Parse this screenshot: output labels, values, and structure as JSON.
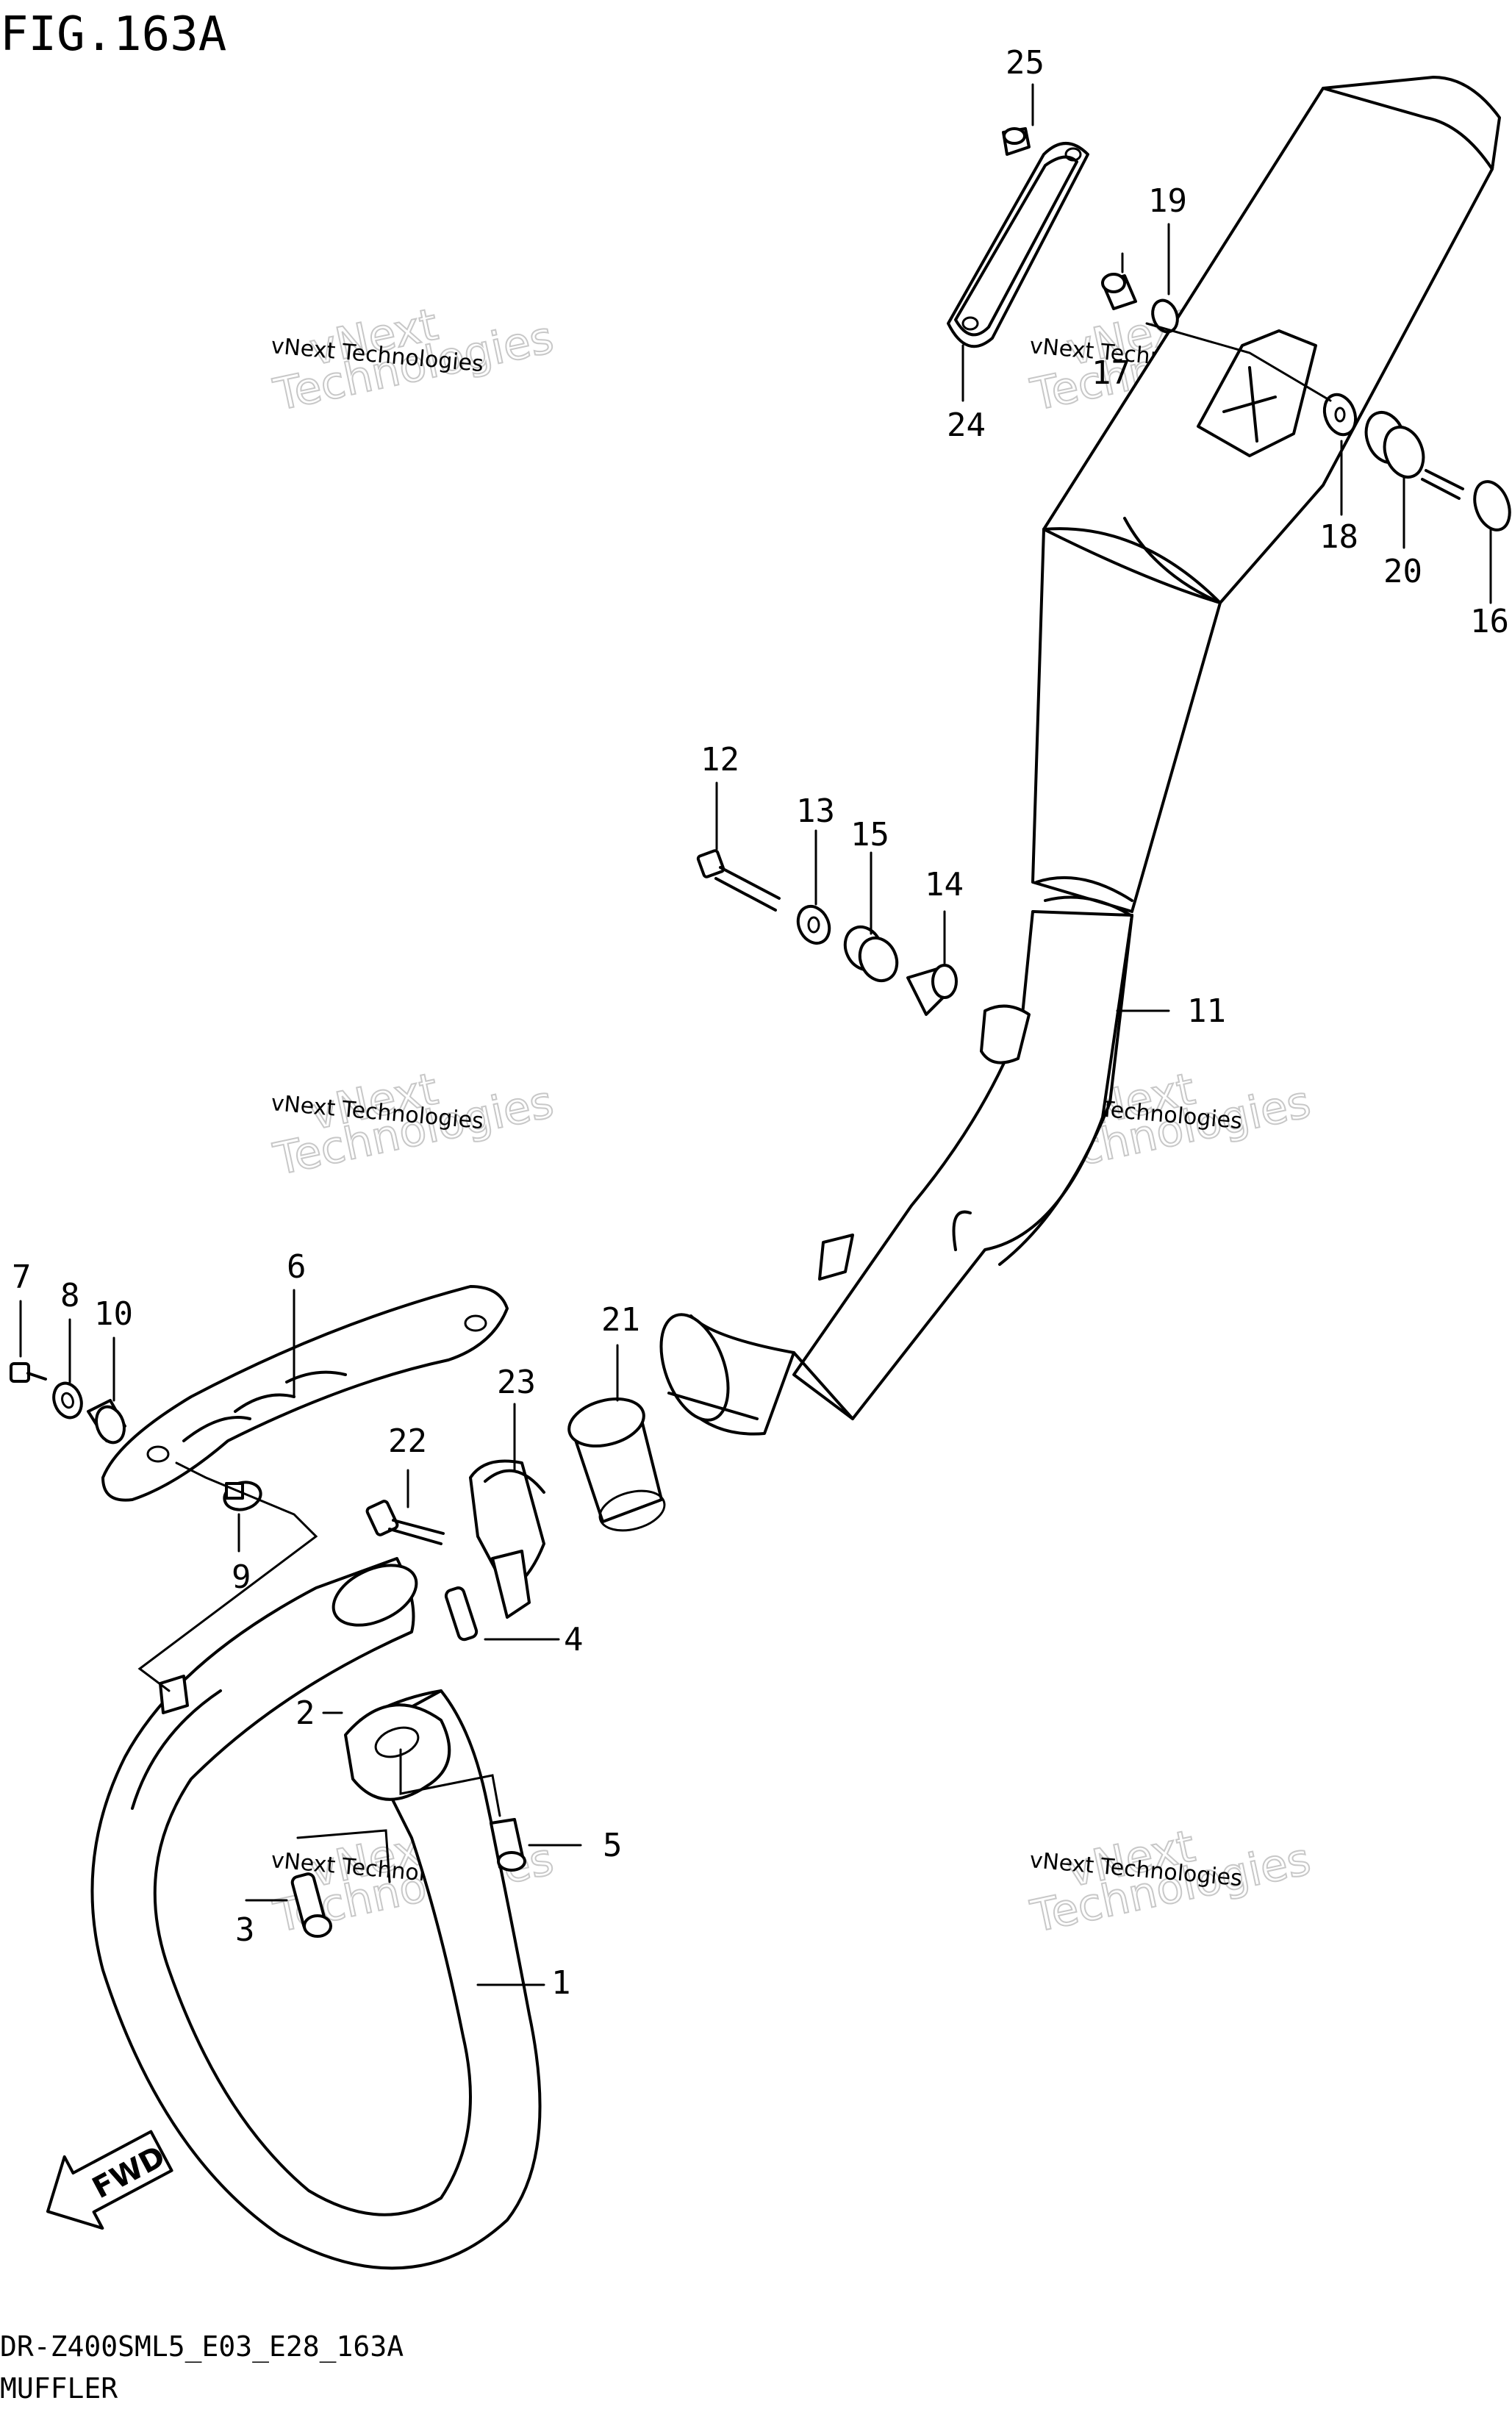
{
  "figure": {
    "title": "FIG.163A",
    "code": "DR-Z400SML5_E03_E28_163A",
    "name": "MUFFLER",
    "fwd": "FWD"
  },
  "watermark": {
    "line1": "vNext Technologies",
    "line2": "vNext",
    "line3": "Technologies"
  },
  "callouts": [
    "1",
    "2",
    "3",
    "4",
    "5",
    "6",
    "7",
    "8",
    "9",
    "10",
    "11",
    "12",
    "13",
    "14",
    "15",
    "16",
    "17",
    "18",
    "19",
    "20",
    "21",
    "22",
    "23",
    "24",
    "25"
  ]
}
